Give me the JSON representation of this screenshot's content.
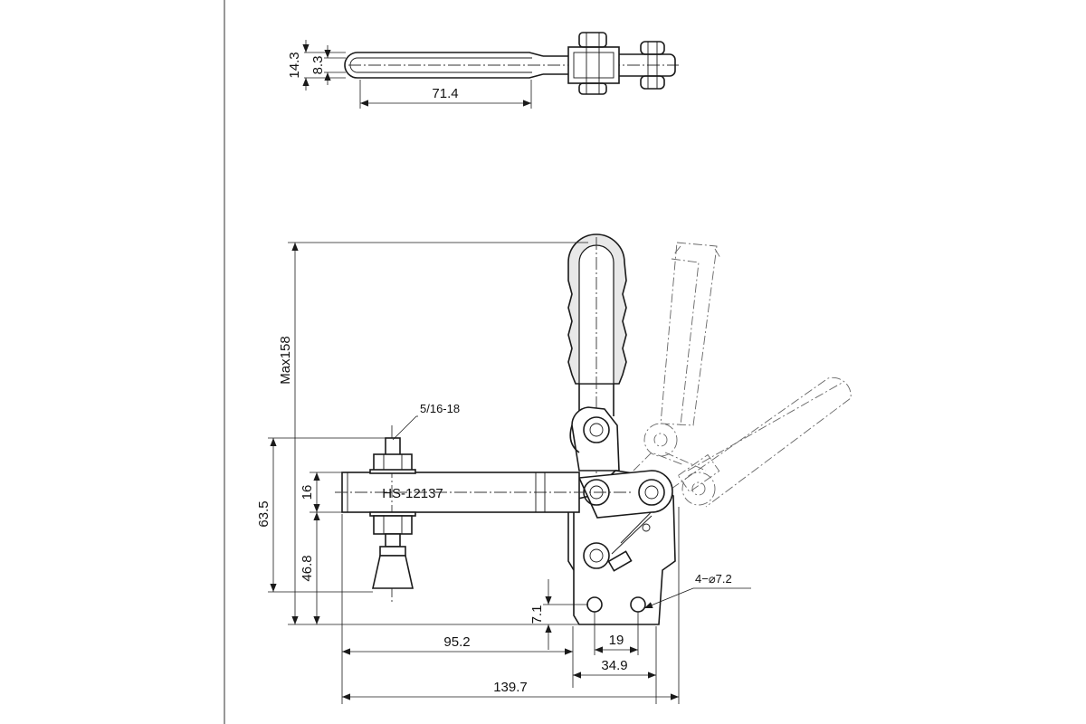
{
  "dimensions": {
    "top_height_outer": "14.3",
    "top_height_inner": "8.3",
    "handle_length": "71.4",
    "max_height": "Max158",
    "thread": "5/16-18",
    "model": "HS-12137",
    "bar_height": "16",
    "spindle_height": "63.5",
    "base_height": "46.8",
    "base_offset": "7.1",
    "reach": "95.2",
    "hole_spacing": "19",
    "base_width": "34.9",
    "overall_length": "139.7",
    "holes": "4−⌀7.2"
  }
}
